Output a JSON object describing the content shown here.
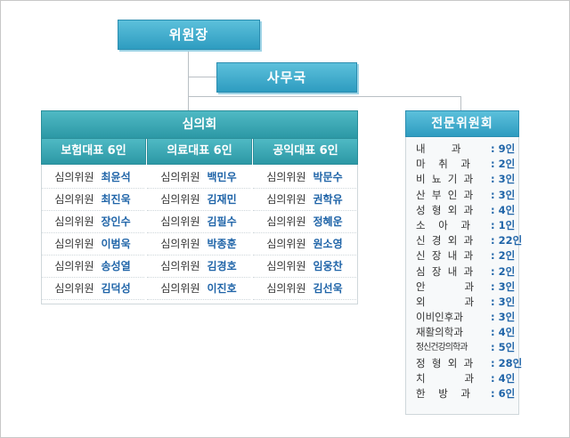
{
  "chair": {
    "label": "위원장"
  },
  "secretariat": {
    "label": "사무국"
  },
  "council": {
    "title": "심의회",
    "groups": [
      {
        "header": "보험대표 6인",
        "members": [
          {
            "role": "심의위원",
            "name": "최윤석"
          },
          {
            "role": "심의위원",
            "name": "최진욱"
          },
          {
            "role": "심의위원",
            "name": "장인수"
          },
          {
            "role": "심의위원",
            "name": "이범욱"
          },
          {
            "role": "심의위원",
            "name": "송성열"
          },
          {
            "role": "심의위원",
            "name": "김덕성"
          }
        ]
      },
      {
        "header": "의료대표 6인",
        "members": [
          {
            "role": "심의위원",
            "name": "백민우"
          },
          {
            "role": "심의위원",
            "name": "김재민"
          },
          {
            "role": "심의위원",
            "name": "김필수"
          },
          {
            "role": "심의위원",
            "name": "박종훈"
          },
          {
            "role": "심의위원",
            "name": "김경호"
          },
          {
            "role": "심의위원",
            "name": "이진호"
          }
        ]
      },
      {
        "header": "공익대표 6인",
        "members": [
          {
            "role": "심의위원",
            "name": "박문수"
          },
          {
            "role": "심의위원",
            "name": "권학유"
          },
          {
            "role": "심의위원",
            "name": "정혜운"
          },
          {
            "role": "심의위원",
            "name": "원소영"
          },
          {
            "role": "심의위원",
            "name": "임웅찬"
          },
          {
            "role": "심의위원",
            "name": "김선욱"
          }
        ]
      }
    ]
  },
  "specialist": {
    "title": "전문위원회",
    "rows": [
      {
        "dept": "내        과",
        "count": ": 9인"
      },
      {
        "dept": "마    취    과",
        "count": ": 2인"
      },
      {
        "dept": "비  뇨  기  과",
        "count": ": 3인"
      },
      {
        "dept": "산  부  인  과",
        "count": ": 3인"
      },
      {
        "dept": "성  형  외  과",
        "count": ": 4인"
      },
      {
        "dept": "소    아    과",
        "count": ": 1인"
      },
      {
        "dept": "신  경  외  과",
        "count": ": 22인"
      },
      {
        "dept": "신  장  내  과",
        "count": ": 2인"
      },
      {
        "dept": "심  장  내  과",
        "count": ": 2인"
      },
      {
        "dept": "안            과",
        "count": ": 3인"
      },
      {
        "dept": "외            과",
        "count": ": 3인"
      },
      {
        "dept": "이비인후과",
        "count": ": 3인"
      },
      {
        "dept": "재활의학과",
        "count": ": 4인"
      },
      {
        "dept": "정신건강의학과",
        "count": ": 5인"
      },
      {
        "dept": "정  형  외  과",
        "count": ": 28인"
      },
      {
        "dept": "치            과",
        "count": ": 4인"
      },
      {
        "dept": "한    방    과",
        "count": ": 6인"
      }
    ]
  }
}
